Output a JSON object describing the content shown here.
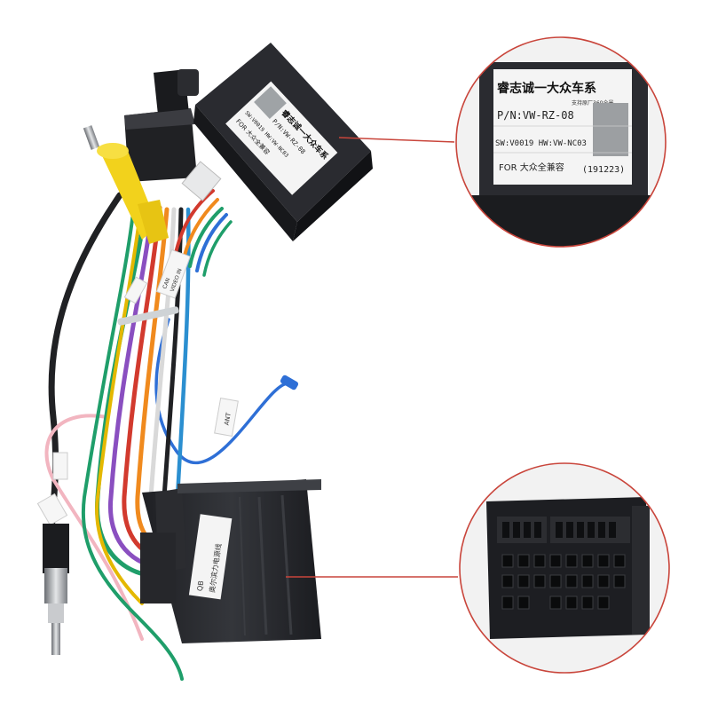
{
  "product_photo": {
    "description_hidden": "",
    "canbus_box": {
      "label_lines": [
        "睿志诚一大众车系",
        "P/N:VW-RZ-08",
        "SW:V0019 HW:VW-NC03",
        "FOR 大众全兼容"
      ]
    },
    "tags": {
      "can": "CAN",
      "video_in": "VIDEO IN",
      "ant": "ANT"
    },
    "plug_label": [
      "QB",
      "奥尔滨力电源线"
    ],
    "zoom_label": {
      "brand": "睿志诚一大众车系",
      "small_note": "支持原厂360全景",
      "pn": "P/N:VW-RZ-08",
      "sw_hw": "SW:V0019 HW:VW-NC03",
      "for": "FOR    大众全兼容",
      "code": "(191223)"
    },
    "colors": {
      "box": "#2a2b30",
      "rca_yellow": "#f2d21c",
      "wire_red": "#d23a2e",
      "wire_blue": "#2e6fd6",
      "wire_green": "#1f9e6a",
      "wire_orange": "#f08a1e",
      "wire_purple": "#8a4fc0",
      "callout_red": "#c9453b"
    }
  }
}
